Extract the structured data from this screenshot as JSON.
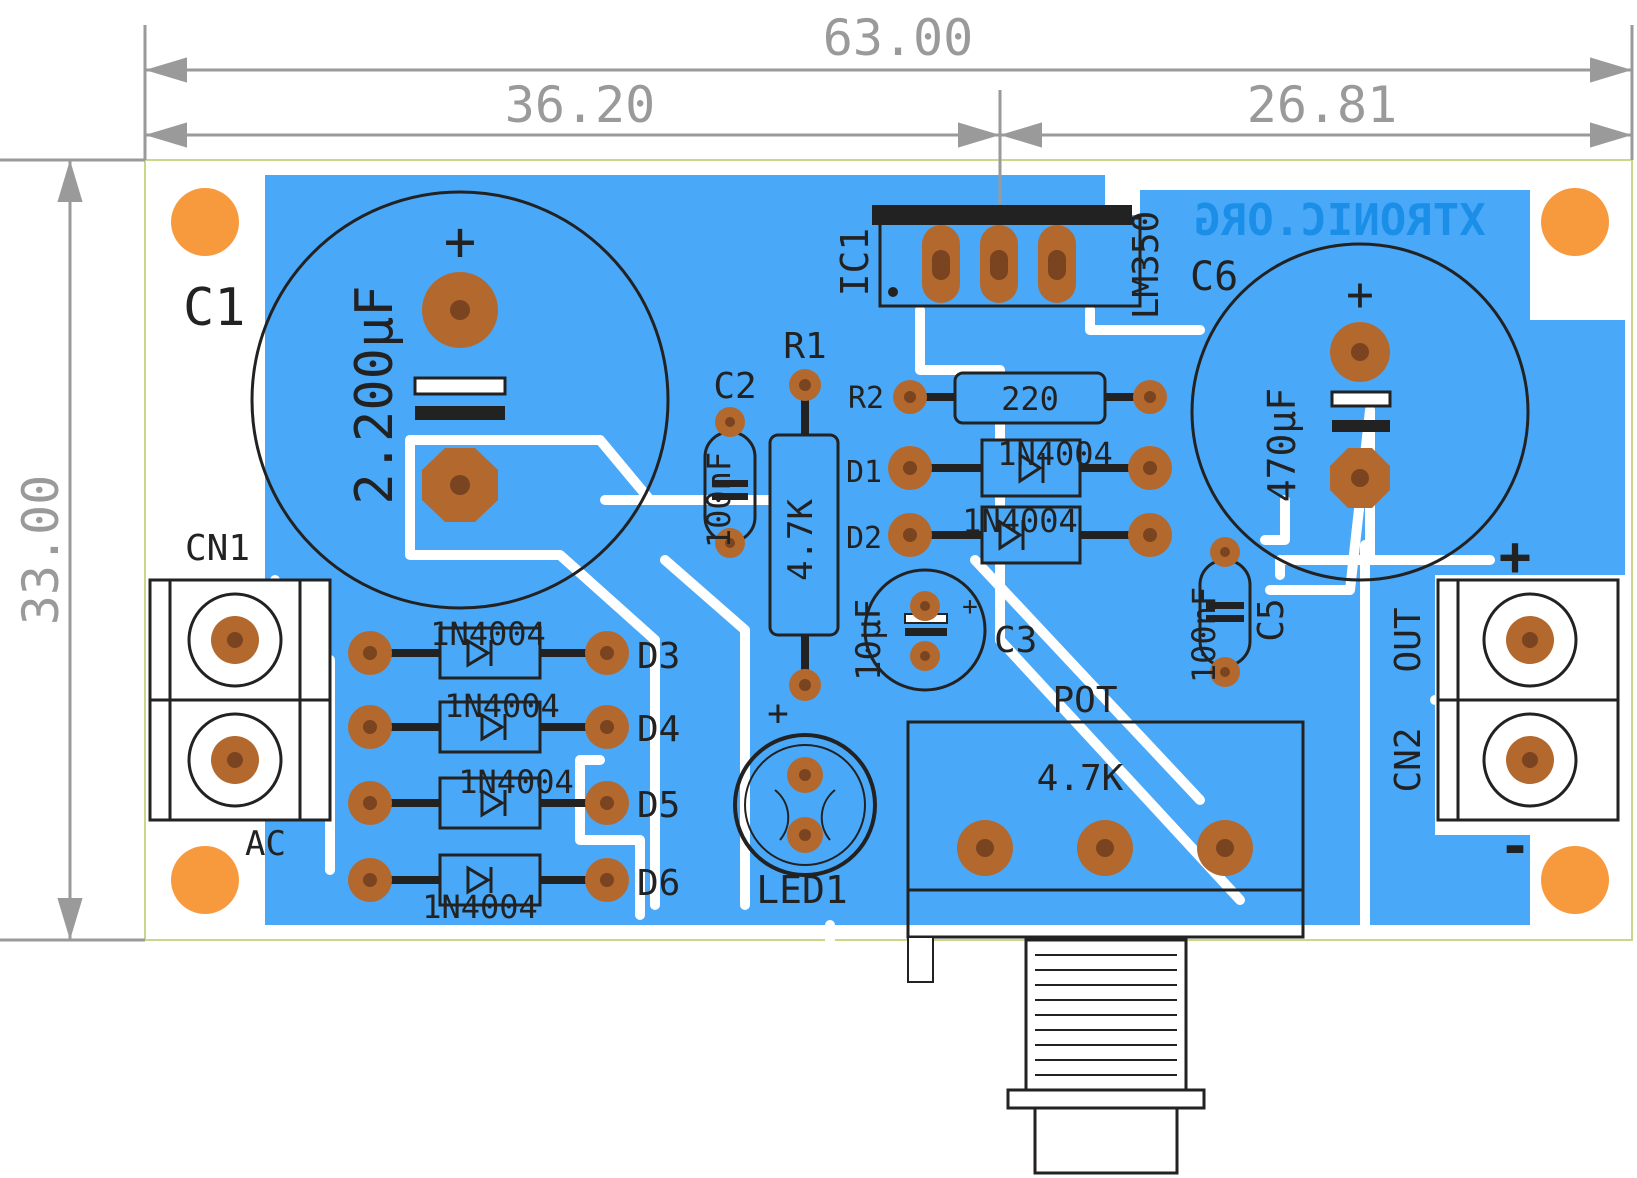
{
  "dimensions": {
    "total_width": "63.00",
    "left_width": "36.20",
    "right_width": "26.81",
    "height": "33.00"
  },
  "watermark": "XTRONIC.ORG",
  "components": {
    "c1": {
      "ref": "C1",
      "value": "2.200µF",
      "plus": "+"
    },
    "c6": {
      "ref": "C6",
      "value": "470µF",
      "plus": "+"
    },
    "ic1": {
      "ref": "IC1",
      "value": "LM350"
    },
    "r1": {
      "ref": "R1",
      "value": "4.7K"
    },
    "r2": {
      "ref": "R2",
      "value": "220"
    },
    "c2": {
      "ref": "C2",
      "value": "100nF"
    },
    "c3": {
      "ref": "C3",
      "value": "10µF",
      "plus": "+"
    },
    "c5": {
      "ref": "C5",
      "value": "100nF"
    },
    "d1": {
      "ref": "D1",
      "value": "1N4004"
    },
    "d2": {
      "ref": "D2",
      "value": "1N4004"
    },
    "d3": {
      "ref": "D3",
      "value": "1N4004"
    },
    "d4": {
      "ref": "D4",
      "value": "1N4004"
    },
    "d5": {
      "ref": "D5",
      "value": "1N4004"
    },
    "d6": {
      "ref": "D6",
      "value": "1N4004"
    },
    "cn1": {
      "ref": "CN1",
      "label": "AC"
    },
    "cn2": {
      "ref": "CN2",
      "label": "OUT",
      "plus": "+",
      "minus": "-"
    },
    "led1": {
      "ref": "LED1",
      "plus": "+"
    },
    "pot": {
      "ref": "POT",
      "value": "4.7K"
    }
  },
  "colors": {
    "copper": "#4aa8f8",
    "trace_gap": "#ffffff",
    "pad": "#b3692e",
    "hole": "#7a4420",
    "mount_hole": "#f79a3e",
    "silkscreen": "#222222",
    "dimension": "#9a9a9a",
    "board_outline": "#c8d88a"
  }
}
